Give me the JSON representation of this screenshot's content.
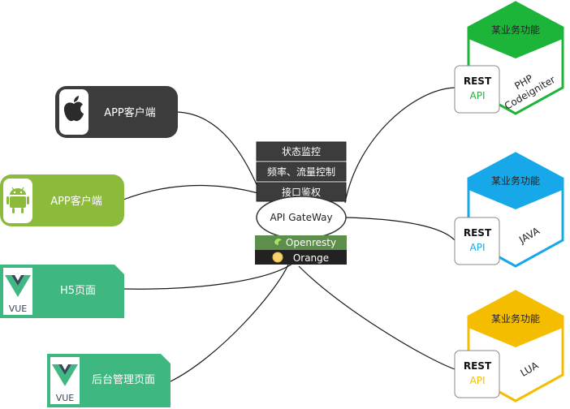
{
  "clients": {
    "ios": {
      "label": "APP客户端",
      "icon": "apple-icon",
      "color": "#3c3c3c"
    },
    "android": {
      "label": "APP客户端",
      "icon": "android-icon",
      "color": "#8cbb3c"
    },
    "h5": {
      "label": "H5页面",
      "icon": "vue-logo-icon",
      "logo_text": "VUE",
      "color": "#3eb880"
    },
    "admin": {
      "label": "后台管理页面",
      "icon": "vue-logo-icon",
      "logo_text": "VUE",
      "color": "#3eb880"
    }
  },
  "gateway": {
    "title": "API GateWay",
    "layers": [
      "状态监控",
      "频率、流量控制",
      "接口鉴权"
    ],
    "openresty": "Openresty",
    "orange": "Orange",
    "openresty_color": "#5d8e4c",
    "layer_color": "#3c3c3c"
  },
  "services": [
    {
      "header": "某业务功能",
      "name": [
        "PHP",
        "Codeigniter"
      ],
      "rest": "REST",
      "api": "API",
      "color": "#1db43a"
    },
    {
      "header": "某业务功能",
      "name": [
        "JAVA"
      ],
      "rest": "REST",
      "api": "API",
      "color": "#16a8e8"
    },
    {
      "header": "某业务功能",
      "name": [
        "LUA"
      ],
      "rest": "REST",
      "api": "API",
      "color": "#f5bd00"
    }
  ]
}
